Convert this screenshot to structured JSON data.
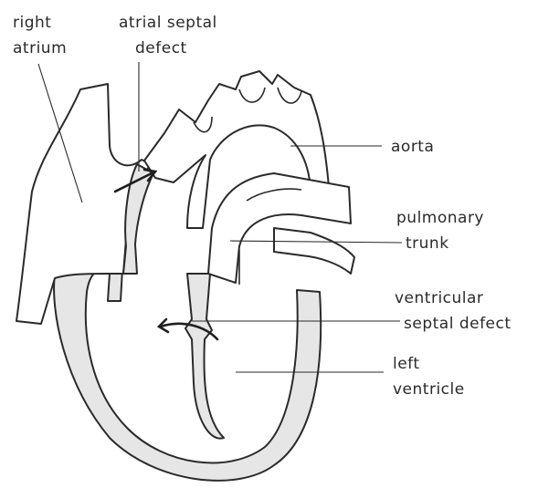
{
  "labels": {
    "right_atrium": [
      "right",
      "atrium"
    ],
    "atrial_septal_defect": [
      "atrial septal",
      "defect"
    ],
    "aorta": [
      "aorta"
    ],
    "pulmonary_trunk": [
      "pulmonary",
      "trunk"
    ],
    "ventricular_septal_defect": [
      "ventricular",
      "septal defect"
    ],
    "left_ventricle": [
      "left",
      "ventricle"
    ]
  },
  "colors": {
    "ink": "#2a2a2a",
    "wall_fill": "#e6e6e6",
    "background": "#ffffff"
  }
}
